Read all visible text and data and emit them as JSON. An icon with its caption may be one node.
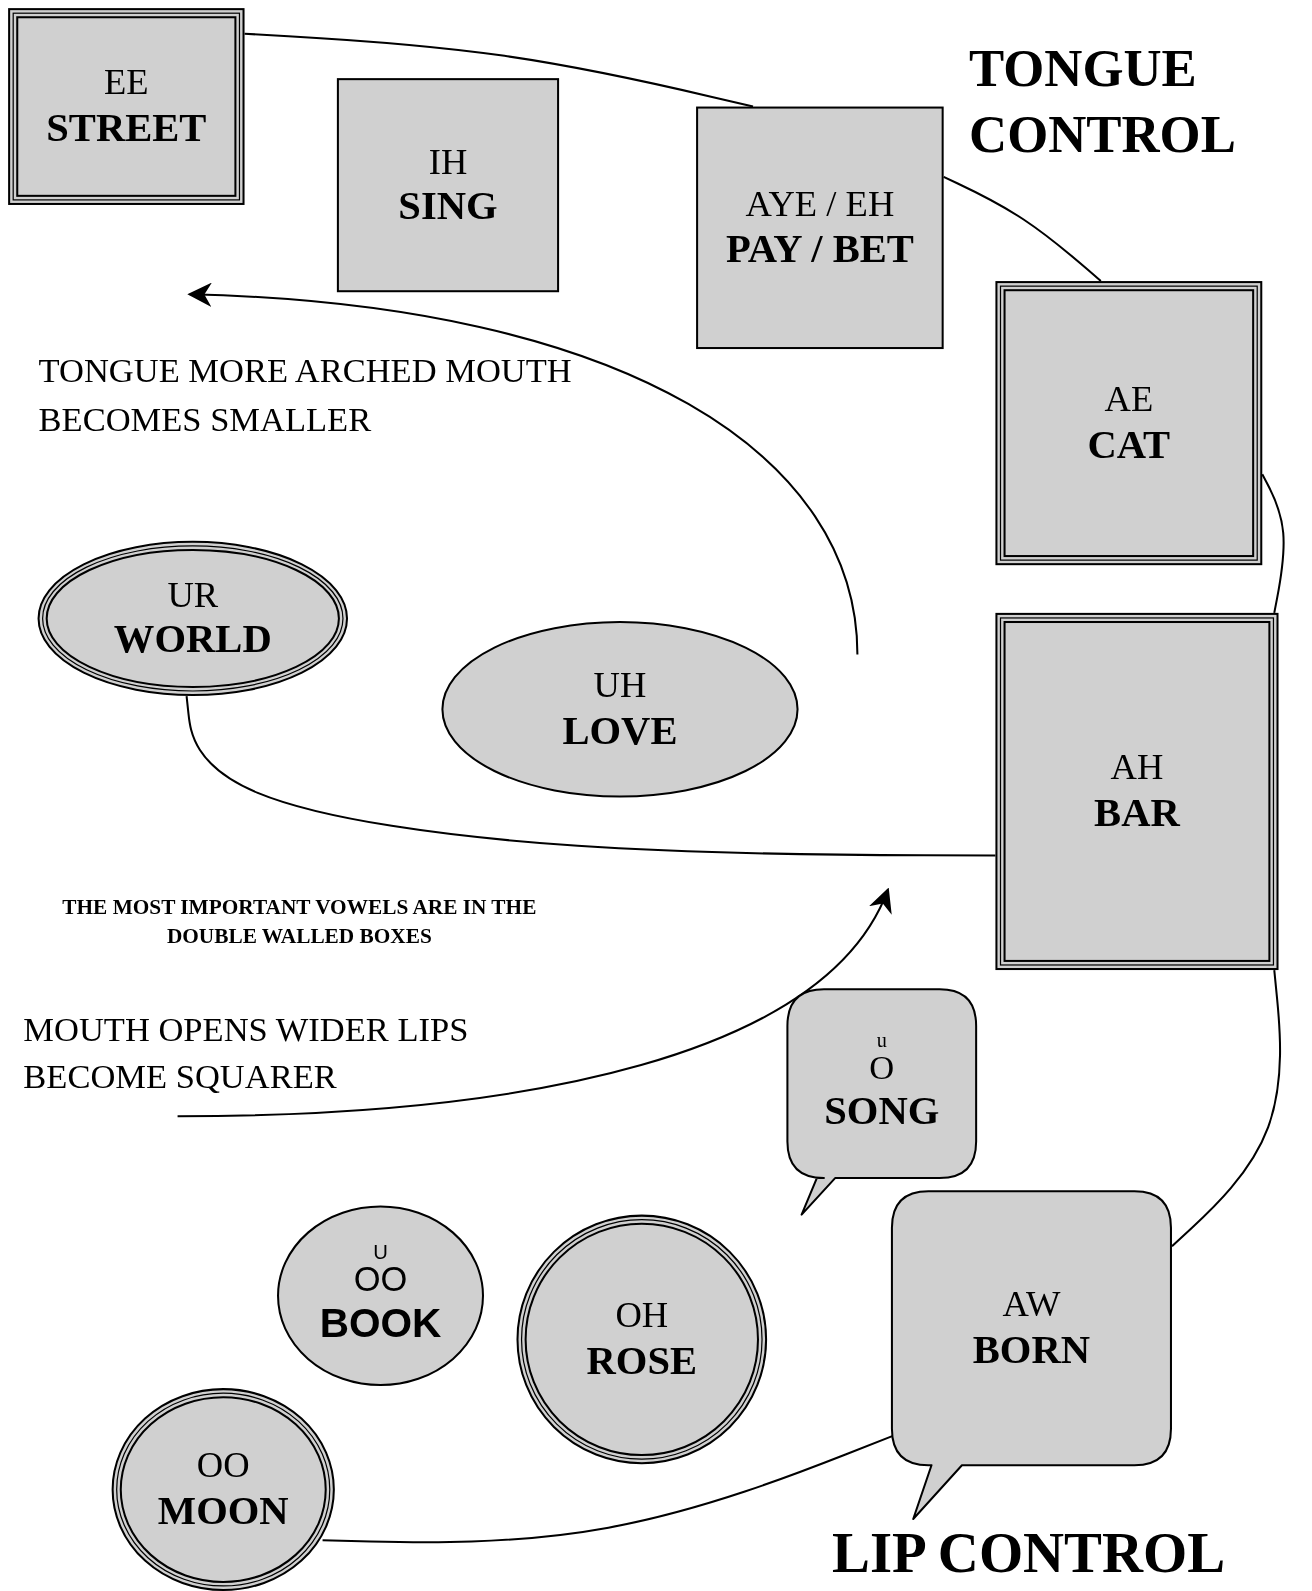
{
  "diagram": {
    "nodes": [
      {
        "text": [
          "EE",
          "STREET"
        ]
      },
      {
        "text": [
          "IH",
          "SING"
        ]
      },
      {
        "text": [
          "AYE / EH",
          "PAY / BET"
        ]
      },
      {
        "text": [
          "AE",
          "CAT"
        ]
      },
      {
        "text": [
          "UR",
          "WORLD"
        ]
      },
      {
        "text": [
          "UH",
          "LOVE"
        ]
      },
      {
        "text": [
          "AH",
          "BAR"
        ]
      },
      {
        "text": [
          "u",
          "O",
          "SONG"
        ]
      },
      {
        "text": [
          "U",
          "OO",
          "BOOK"
        ]
      },
      {
        "text": [
          "OH",
          "ROSE"
        ]
      },
      {
        "text": [
          "AW",
          "BORN"
        ]
      },
      {
        "text": [
          "OO",
          "MOON"
        ]
      }
    ],
    "edges": [
      {
        "from": 0,
        "to": 2,
        "arrow": "none"
      },
      {
        "from": 2,
        "to": 3,
        "arrow": "none"
      },
      {
        "from": 3,
        "to": 6,
        "arrow": "none"
      },
      {
        "from": 6,
        "to": 10,
        "arrow": "none"
      },
      {
        "from": 10,
        "to": 11,
        "arrow": "none"
      },
      {
        "from": 4,
        "to": 6,
        "arrow": "none"
      }
    ],
    "labels": [
      "TONGUE CONTROL",
      "TONGUE MORE ARCHED MOUTH BECOMES SMALLER",
      "THE MOST IMPORTANT VOWELS ARE IN THE DOUBLE WALLED BOXES",
      "MOUTH OPENS WIDER LIPS BECOME SQUARER",
      "LIP CONTROL"
    ]
  }
}
